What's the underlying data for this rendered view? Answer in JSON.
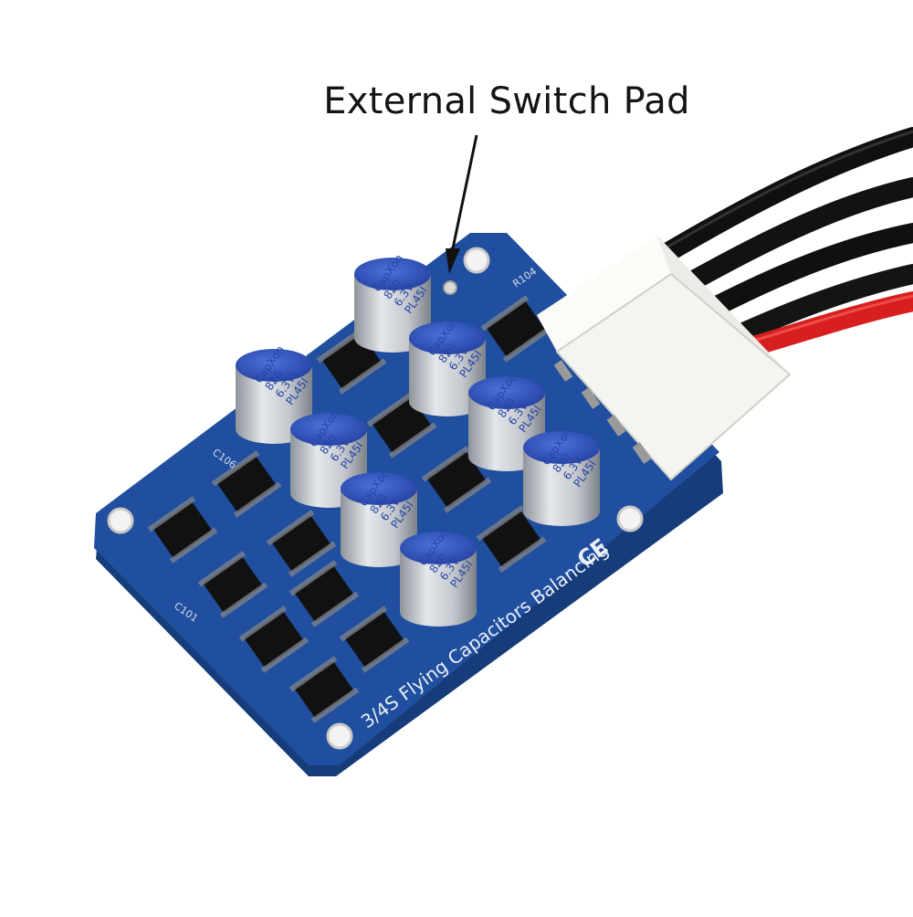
{
  "annotation": {
    "label": "External Switch Pad"
  },
  "board": {
    "silkscreen_title": "3/4S Flying Capacitors Balancing",
    "ce_mark": "CE",
    "refs": {
      "r104": "R104",
      "c106": "C106",
      "c101": "C101"
    }
  },
  "capacitor": {
    "brand": "CapXon",
    "value": "820",
    "voltage": "6.3V",
    "series": "PL45I",
    "count": 8
  },
  "colors": {
    "pcb": "#1f4f9e",
    "pcb_dark": "#163c7a",
    "cap_top": "#3559c4",
    "cap_body": "#c9cdd3",
    "wire_black": "#141414",
    "wire_red": "#d81f1f",
    "connector": "#f4f4f1"
  }
}
